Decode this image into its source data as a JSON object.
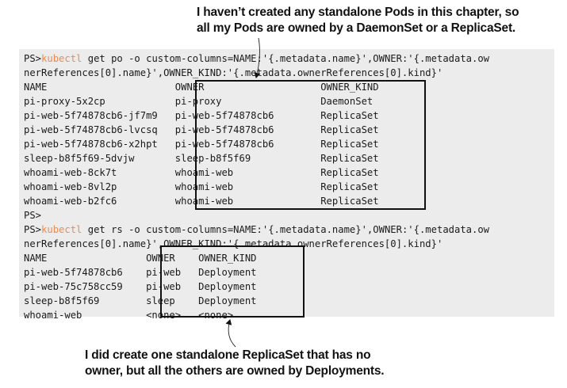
{
  "annotations": {
    "top": [
      "I haven’t created any standalone Pods in this chapter, so",
      "all my Pods are owned by a DaemonSet or a ReplicaSet."
    ],
    "bottom": [
      "I did create one standalone ReplicaSet that has no",
      "owner, but all the others are owned by Deployments."
    ]
  },
  "terminal": {
    "colors": {
      "background": "#ececec",
      "command": "#f08a4b",
      "text": "#1a1a1a"
    },
    "lines": [
      {
        "prompt": "PS>",
        "cmd": "kubectl",
        "rest": " get po -o custom-columns=NAME:'{.metadata.name}',OWNER:'{.metadata.ow"
      },
      {
        "text": "nerReferences[0].name}',OWNER_KIND:'{.metadata.ownerReferences[0].kind}'"
      },
      {
        "text": "NAME                      OWNER                    OWNER_KIND"
      },
      {
        "text": "pi-proxy-5x2cp            pi-proxy                 DaemonSet"
      },
      {
        "text": "pi-web-5f74878cb6-jf7m9   pi-web-5f74878cb6        ReplicaSet"
      },
      {
        "text": "pi-web-5f74878cb6-lvcsq   pi-web-5f74878cb6        ReplicaSet"
      },
      {
        "text": "pi-web-5f74878cb6-x2hpt   pi-web-5f74878cb6        ReplicaSet"
      },
      {
        "text": "sleep-b8f5f69-5dvjw       sleep-b8f5f69            ReplicaSet"
      },
      {
        "text": "whoami-web-8ck7t          whoami-web               ReplicaSet"
      },
      {
        "text": "whoami-web-8vl2p          whoami-web               ReplicaSet"
      },
      {
        "text": "whoami-web-b2fc6          whoami-web               ReplicaSet"
      },
      {
        "text": "PS>"
      },
      {
        "prompt": "PS>",
        "cmd": "kubectl",
        "rest": " get rs -o custom-columns=NAME:'{.metadata.name}',OWNER:'{.metadata.ow"
      },
      {
        "text": "nerReferences[0].name}',OWNER_KIND:'{.metadata.ownerReferences[0].kind}'"
      },
      {
        "text": "NAME                 OWNER    OWNER_KIND"
      },
      {
        "text": "pi-web-5f74878cb6    pi-web   Deployment"
      },
      {
        "text": "pi-web-75c758cc59    pi-web   Deployment"
      },
      {
        "text": "sleep-b8f5f69        sleep    Deployment"
      },
      {
        "text": "whoami-web           <none>   <none>"
      }
    ]
  }
}
